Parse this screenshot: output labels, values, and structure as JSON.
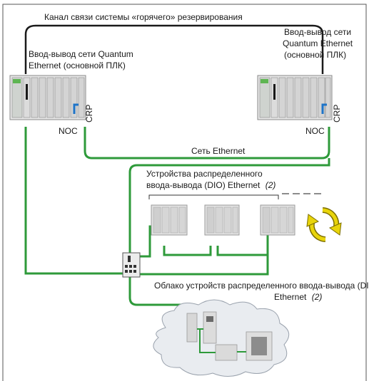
{
  "hot_standby_link_label": "Канал связи системы «горячего» резервирования",
  "left_plc": {
    "line1": "Ввод-вывод сети Quantum",
    "line2": "Ethernet (основной ПЛК)",
    "noc_label": "NOC",
    "crp_label": "CRP"
  },
  "right_plc": {
    "line1": "Ввод-вывод сети",
    "line2": "Quantum Ethernet",
    "line3": "(основной ПЛК)",
    "noc_label": "NOC",
    "crp_label": "CRP"
  },
  "ethernet_network_label": "Сеть Ethernet",
  "dio_devices": {
    "line1": "Устройства распределенного",
    "line2": "ввода-вывода (DIO) Ethernet",
    "note": "(2)"
  },
  "dio_cloud": {
    "line1": "Облако устройств распределенного ввода-вывода (DIO)",
    "line2": "Ethernet",
    "note": "(2)"
  },
  "colors": {
    "ethernet_link": "#2e9a3a",
    "hot_standby_link": "#1a1a1a",
    "crp_port": "#1e74c8",
    "rotate_arrows": "#e8d40a"
  },
  "icons": [
    "rotate-arrows-icon",
    "ethernet-switch-icon",
    "plc-rack-icon",
    "cloud-icon"
  ]
}
